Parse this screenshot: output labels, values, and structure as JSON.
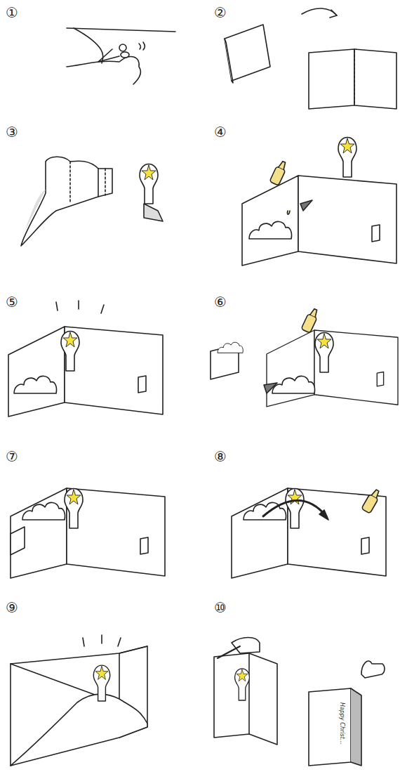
{
  "diagram": {
    "labels": [
      "①",
      "②",
      "③",
      "④",
      "⑤",
      "⑥",
      "⑦",
      "⑧",
      "⑨",
      "⑩",
      "Happy Christ…"
    ]
  }
}
